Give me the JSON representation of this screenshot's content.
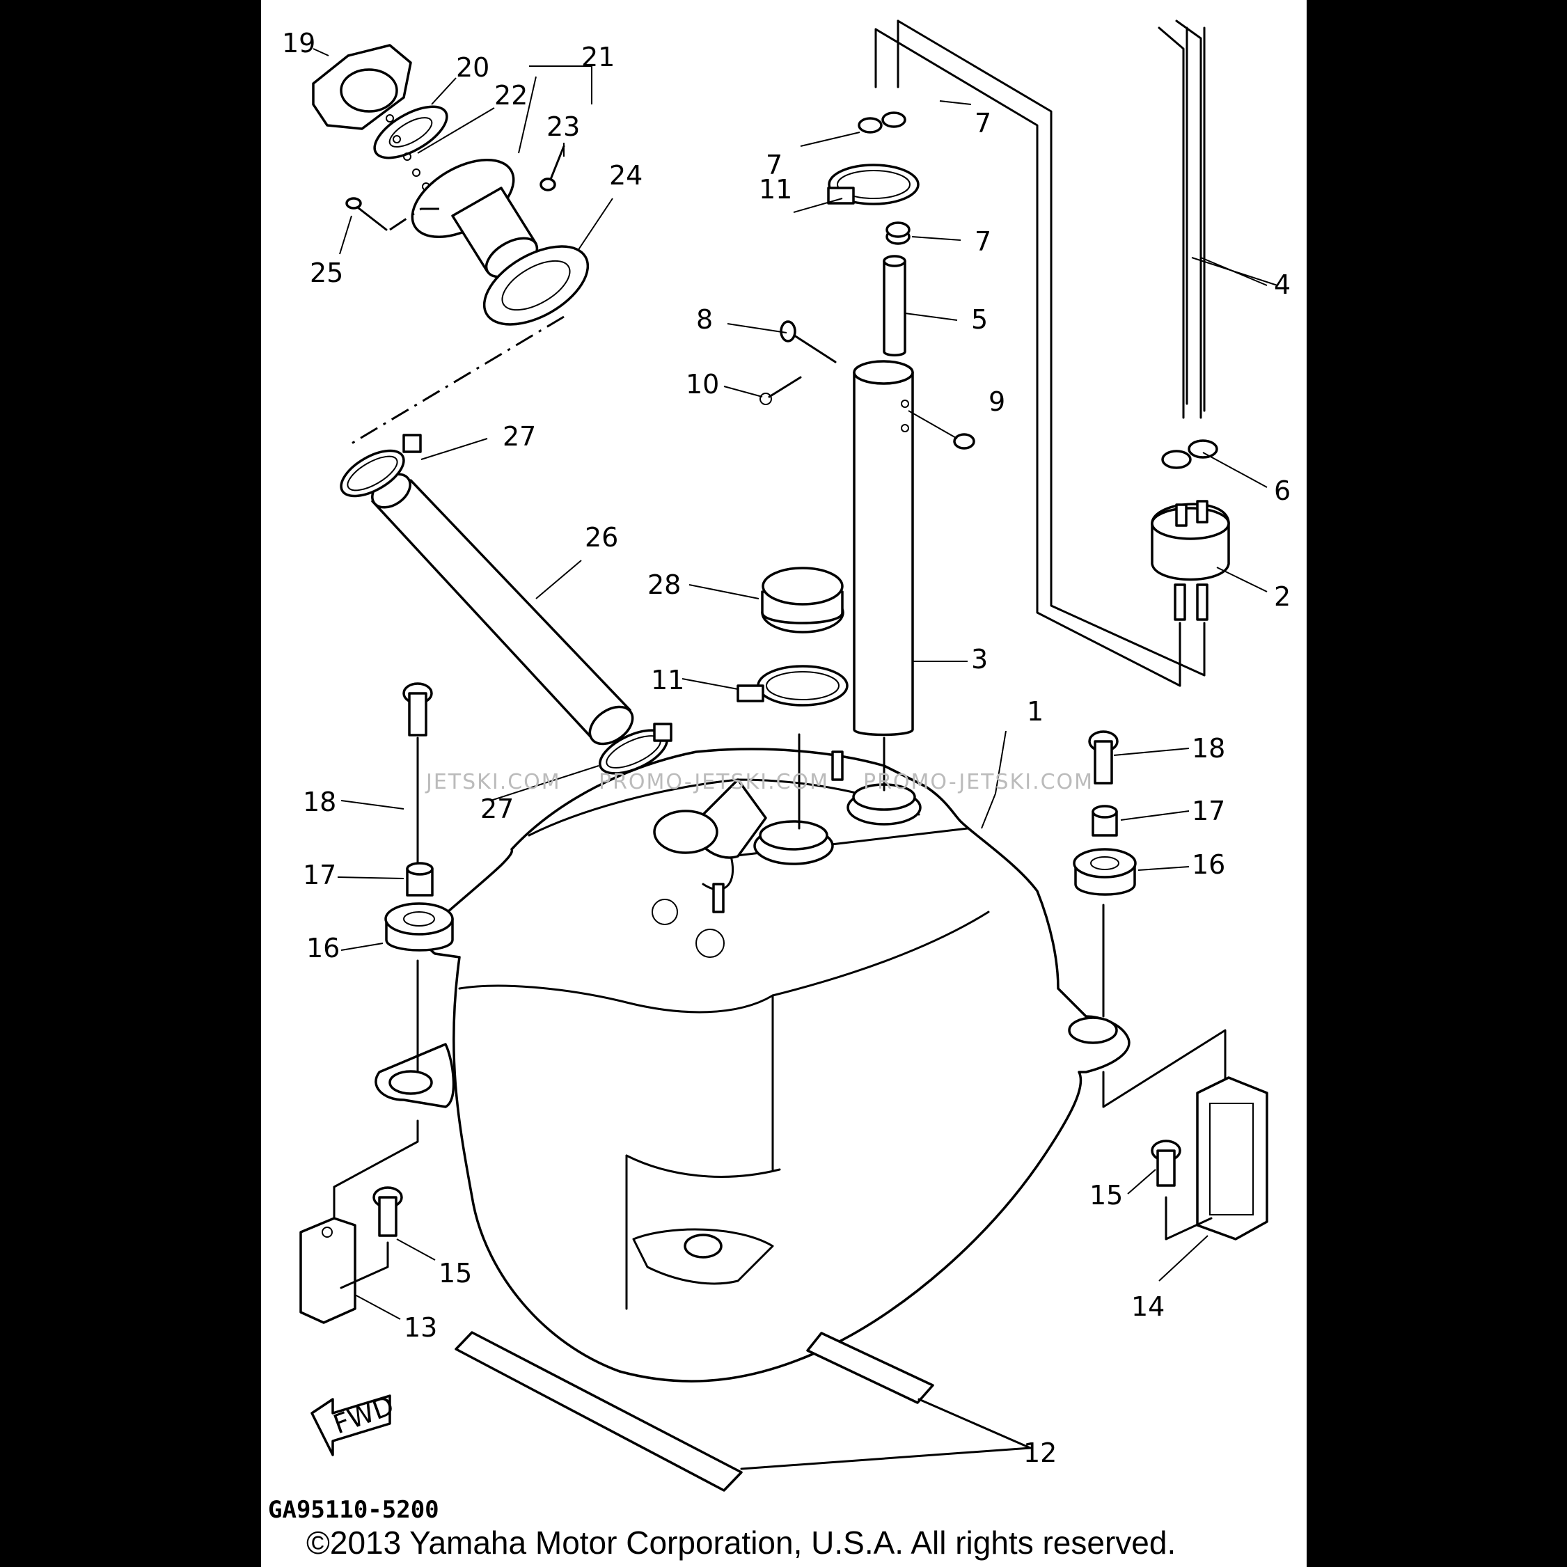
{
  "diagram": {
    "parts": [
      {
        "id": "1"
      },
      {
        "id": "2"
      },
      {
        "id": "3"
      },
      {
        "id": "4"
      },
      {
        "id": "5"
      },
      {
        "id": "6"
      },
      {
        "id": "7"
      },
      {
        "id": "8"
      },
      {
        "id": "9"
      },
      {
        "id": "10"
      },
      {
        "id": "11"
      },
      {
        "id": "12"
      },
      {
        "id": "13"
      },
      {
        "id": "14"
      },
      {
        "id": "15"
      },
      {
        "id": "16"
      },
      {
        "id": "17"
      },
      {
        "id": "18"
      },
      {
        "id": "19"
      },
      {
        "id": "20"
      },
      {
        "id": "21"
      },
      {
        "id": "22"
      },
      {
        "id": "23"
      },
      {
        "id": "24"
      },
      {
        "id": "25"
      },
      {
        "id": "26"
      },
      {
        "id": "27"
      },
      {
        "id": "28"
      }
    ],
    "fwd_label": "FWD",
    "drawing_code": "GA95110-5200",
    "copyright": "©2013 Yamaha Motor Corporation, U.S.A. All rights reserved.",
    "watermarks": [
      "JETSKI.COM",
      "PROMO-JETSKI.COM",
      "PROMO-JETSKI.COM"
    ]
  }
}
